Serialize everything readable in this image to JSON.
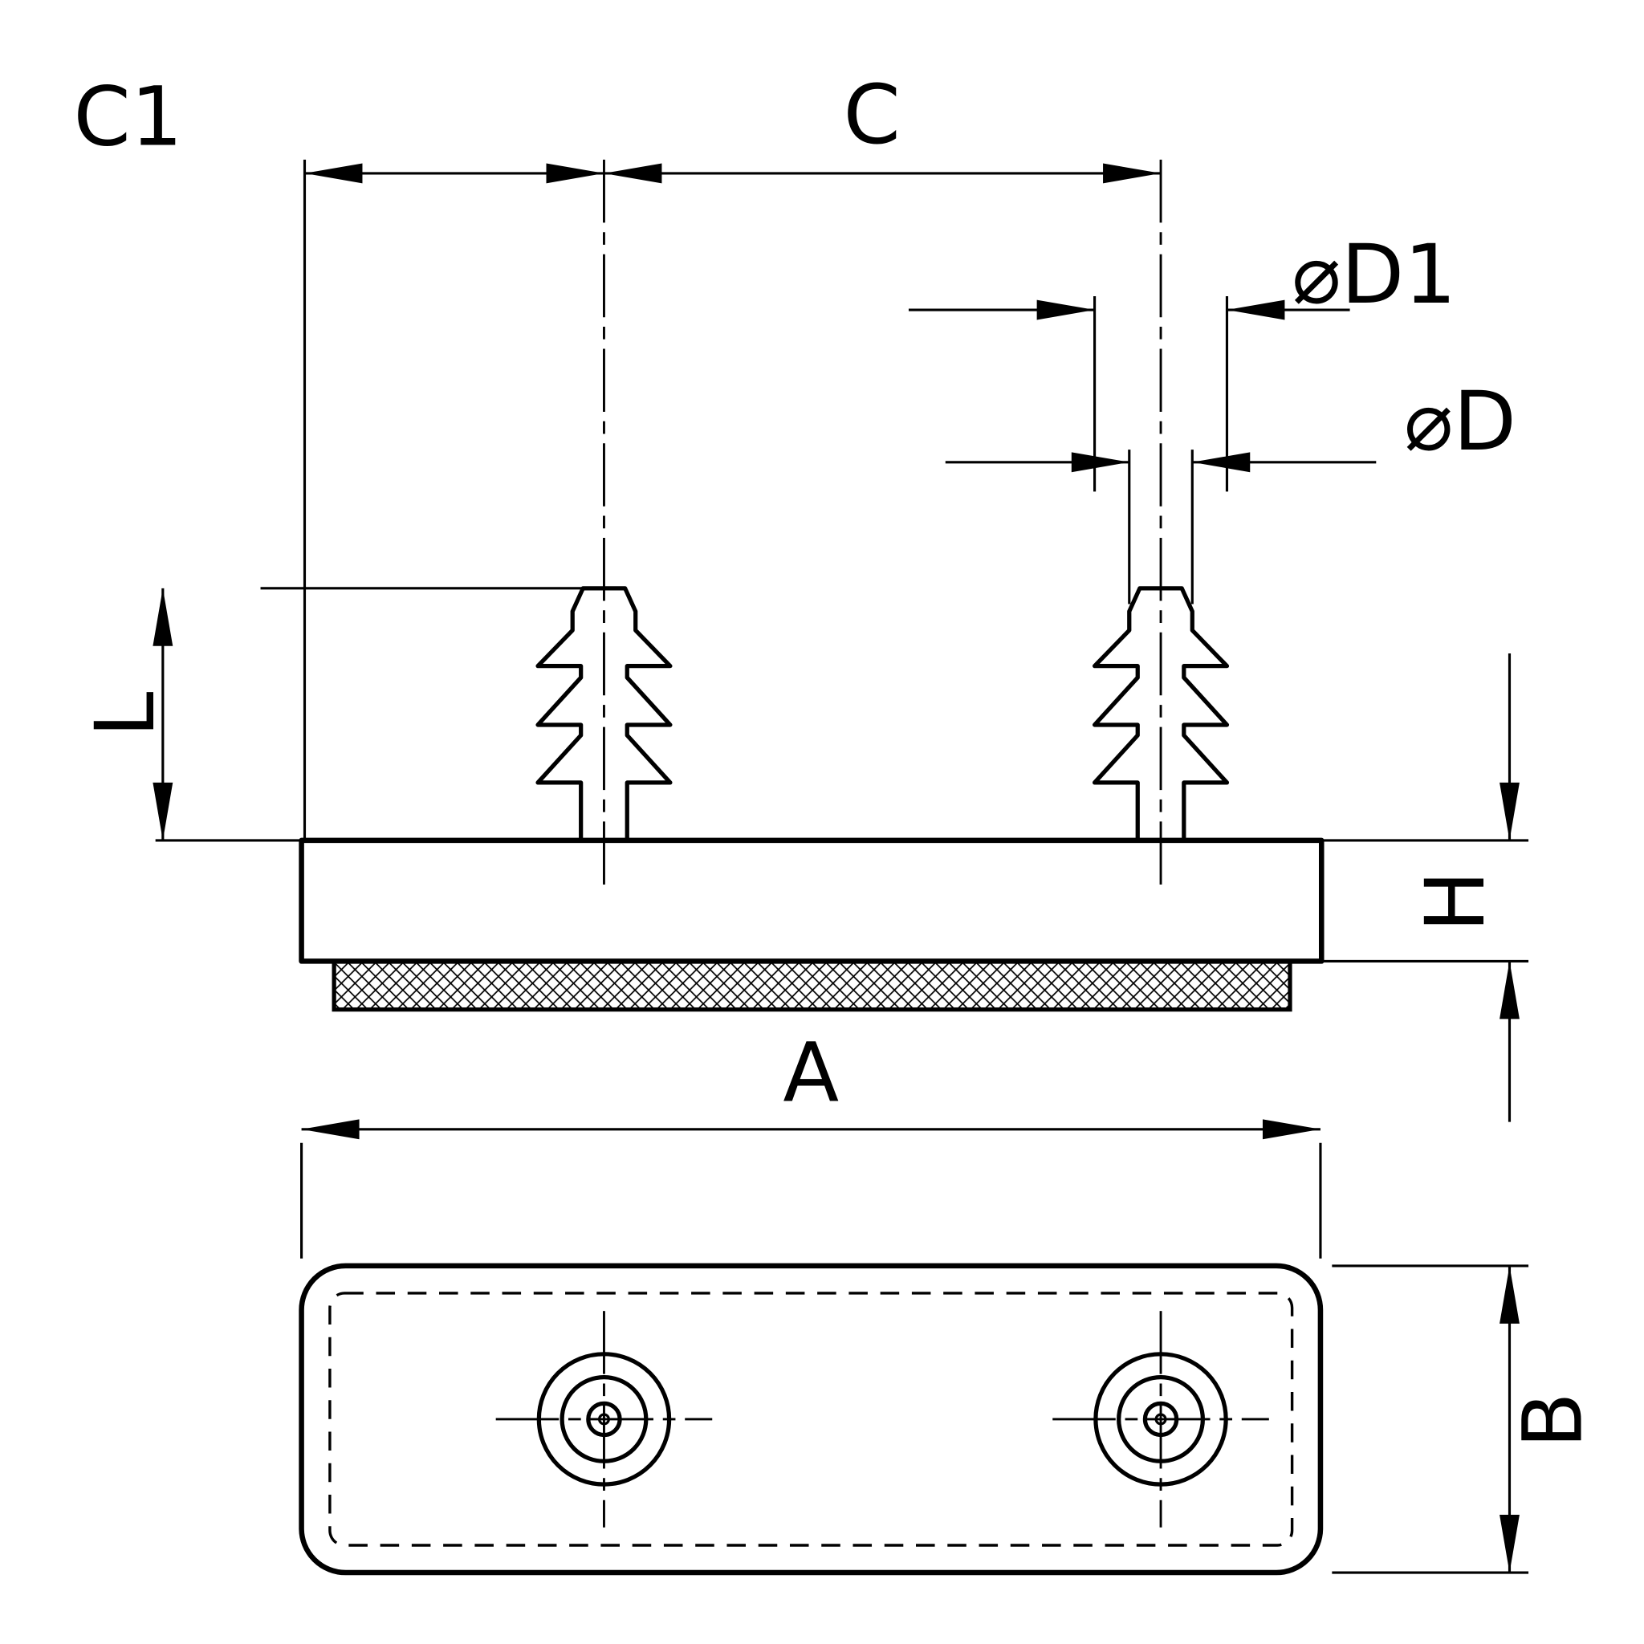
{
  "drawing": {
    "colors": {
      "line": "#000000",
      "background": "#ffffff"
    },
    "labels": {
      "c1": "C1",
      "c": "C",
      "d1": "⌀D1",
      "d": "⌀D",
      "l": "L",
      "h": "H",
      "a": "A",
      "b": "B"
    }
  }
}
